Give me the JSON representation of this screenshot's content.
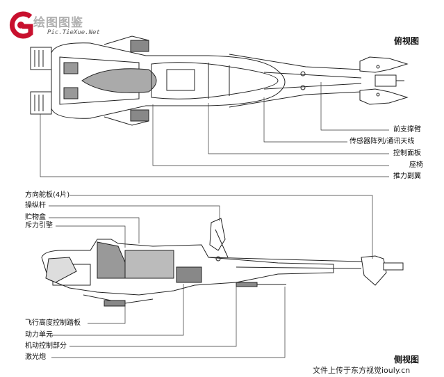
{
  "logo": {
    "cn": "绘图图鉴",
    "url": "Pic.TieXue.Net"
  },
  "views": {
    "top": "俯视图",
    "side": "侧视图"
  },
  "top_labels": [
    {
      "text": "前支撑臂"
    },
    {
      "text": "传感器阵列/通讯天线"
    },
    {
      "text": "控制面板"
    },
    {
      "text": "座椅"
    },
    {
      "text": "推力副翼"
    }
  ],
  "side_labels_top": [
    {
      "text": "方向舵板(4片)"
    },
    {
      "text": "操纵杆"
    },
    {
      "text": "贮物盒"
    },
    {
      "text": "斥力引擎"
    }
  ],
  "side_labels_bottom": [
    {
      "text": "飞行高度控制踏板"
    },
    {
      "text": "动力单元"
    },
    {
      "text": "机动控制部分"
    },
    {
      "text": "激光炮"
    }
  ],
  "footer_watermark": "文件上传于东方视觉iouly.cn"
}
